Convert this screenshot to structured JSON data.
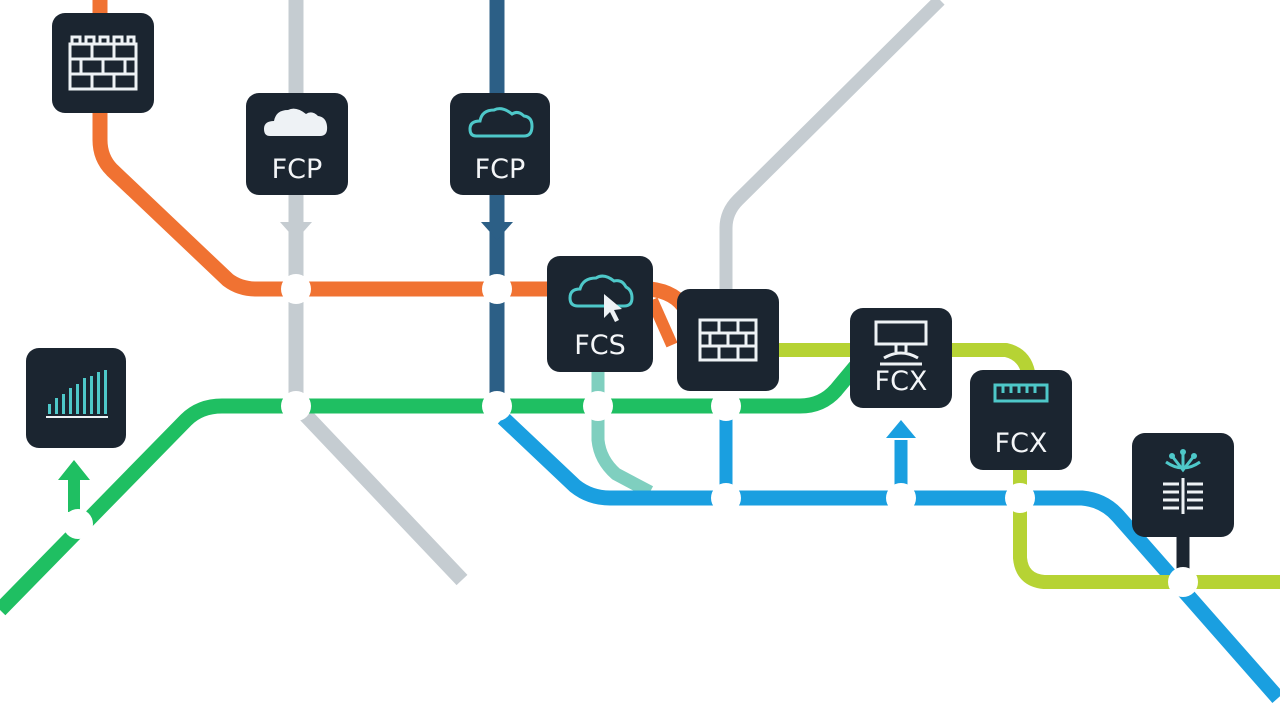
{
  "colors": {
    "background": "#ffffff",
    "tile": "#1b2530",
    "orange": "#f07232",
    "green": "#1fbf62",
    "blue": "#1a9fe0",
    "navy": "#2c5f86",
    "gray": "#c5ccd1",
    "lime": "#b6d334",
    "teal": "#7fcfbf",
    "icon_teal": "#4ec8c9",
    "icon_light": "#eef2f5"
  },
  "nodes": [
    {
      "id": "firewall-top-left",
      "label": "",
      "icon": "firewall-icon"
    },
    {
      "id": "fcp-gray",
      "label": "FCP",
      "icon": "cloud-icon"
    },
    {
      "id": "fcp-navy",
      "label": "FCP",
      "icon": "cloud-outline-icon"
    },
    {
      "id": "fcs",
      "label": "FCS",
      "icon": "cloud-cursor-icon"
    },
    {
      "id": "firewall-middle",
      "label": "",
      "icon": "firewall-icon"
    },
    {
      "id": "fcx-monitor",
      "label": "FCX",
      "icon": "monitor-icon"
    },
    {
      "id": "fcx-ruler",
      "label": "FCX",
      "icon": "ruler-icon"
    },
    {
      "id": "bar-chart",
      "label": "",
      "icon": "bar-chart-icon"
    },
    {
      "id": "network-book",
      "label": "",
      "icon": "network-book-icon"
    }
  ]
}
